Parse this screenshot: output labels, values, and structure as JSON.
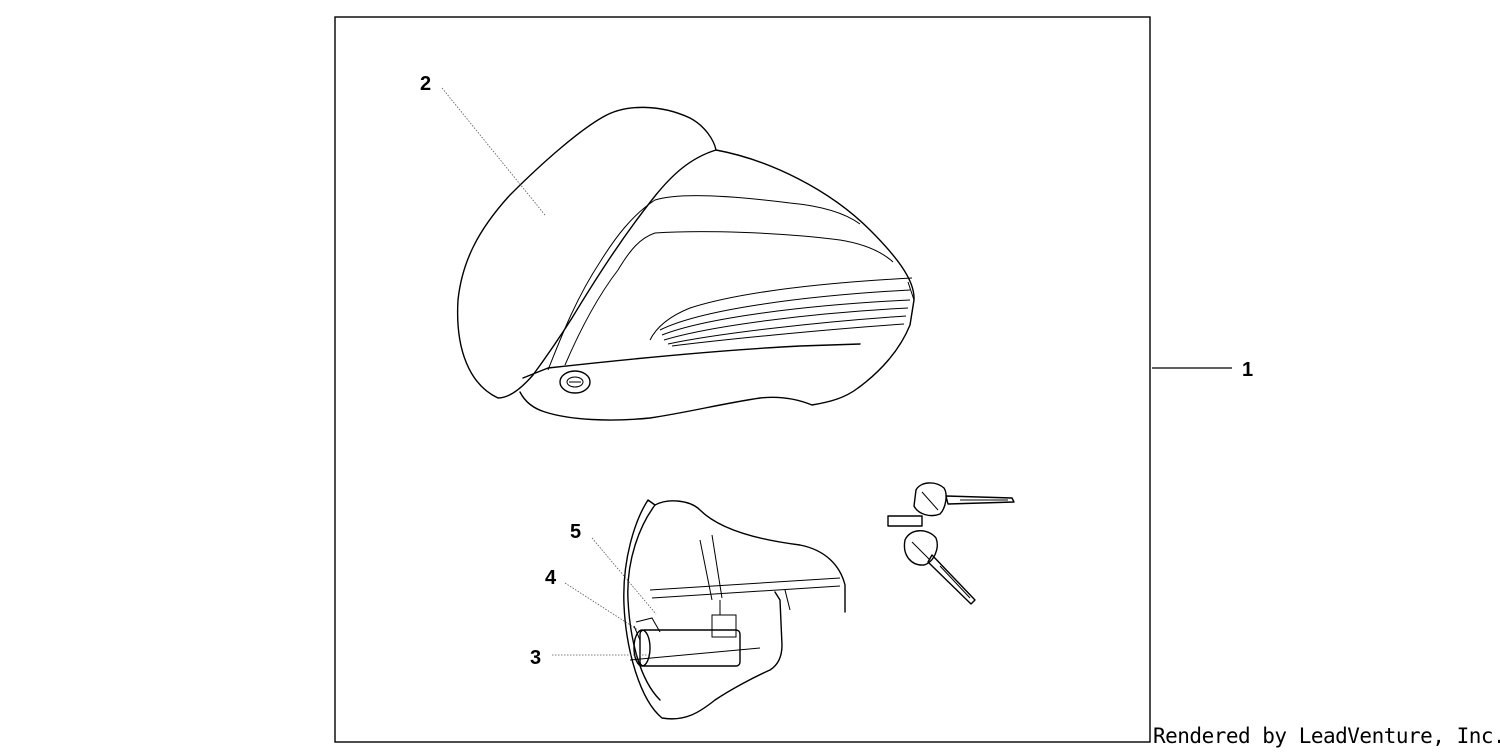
{
  "callouts": {
    "c1": "1",
    "c2": "2",
    "c3": "3",
    "c4": "4",
    "c5": "5"
  },
  "credit": "Rendered by LeadVenture, Inc."
}
